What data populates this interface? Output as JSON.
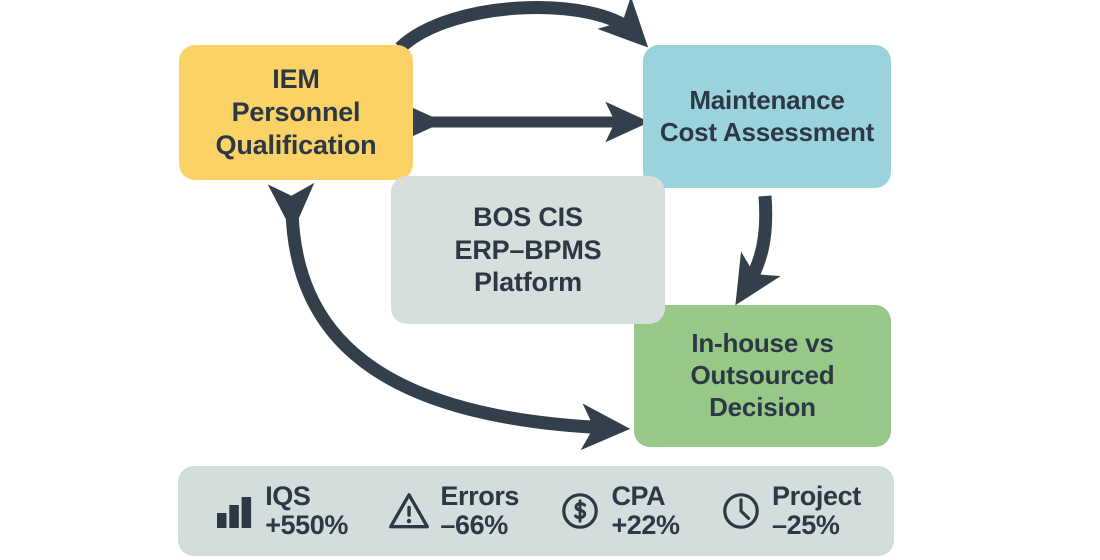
{
  "diagram": {
    "title_nodes": [
      {
        "id": "iem",
        "label": "IEM\nPersonnel\nQualification",
        "color": "#FAD266"
      },
      {
        "id": "maintenance",
        "label": "Maintenance\nCost Assessment",
        "color": "#9BD3DD"
      },
      {
        "id": "decision",
        "label": "In-house vs\nOutsourced\nDecision",
        "color": "#97C888"
      },
      {
        "id": "platform",
        "label": "BOS CIS\nERP–BPMS\nPlatform",
        "color": "#D7DFDD"
      }
    ],
    "connectors": [
      {
        "id": "iem-to-maintenance-curve",
        "from": "iem",
        "to": "maintenance",
        "style": "curved-arc",
        "direction": "one-way"
      },
      {
        "id": "iem-maintenance-bidirectional",
        "from": "iem",
        "to": "maintenance",
        "style": "straight",
        "direction": "two-way"
      },
      {
        "id": "maintenance-to-decision",
        "from": "maintenance",
        "to": "decision",
        "style": "curved",
        "direction": "one-way"
      },
      {
        "id": "decision-to-iem-curve",
        "from": "decision",
        "to": "iem",
        "style": "curved-arc",
        "direction": "two-way"
      }
    ],
    "arrow_color": "#343F4C"
  },
  "metrics_bar": {
    "background": "#D3DEDC",
    "items": [
      {
        "icon": "bar-chart-icon",
        "label": "IQS",
        "value": "+550%"
      },
      {
        "icon": "warning-triangle-icon",
        "label": "Errors",
        "value": "–66%"
      },
      {
        "icon": "dollar-circle-icon",
        "label": "CPA",
        "value": "+22%"
      },
      {
        "icon": "clock-icon",
        "label": "Project",
        "value": "–25%"
      }
    ]
  }
}
